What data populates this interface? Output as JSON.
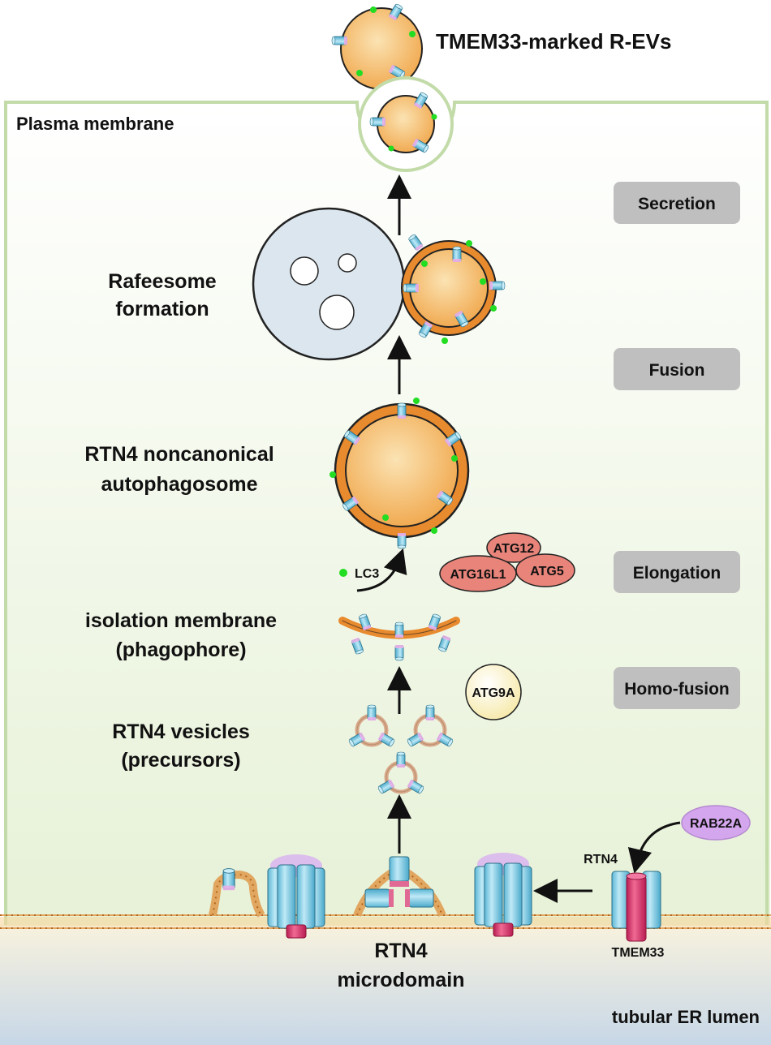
{
  "title": "TMEM33-marked R-EVs",
  "compartments": {
    "plasma_membrane": "Plasma membrane",
    "er_lumen": "tubular ER lumen"
  },
  "structures": {
    "rafeesome": [
      "Rafeesome",
      "formation"
    ],
    "autophagosome": [
      "RTN4 noncanonical",
      "autophagosome"
    ],
    "isolation_membrane": [
      "isolation membrane",
      "(phagophore)"
    ],
    "vesicles": [
      "RTN4 vesicles",
      "(precursors)"
    ],
    "microdomain": [
      "RTN4",
      "microdomain"
    ]
  },
  "stages": {
    "secretion": "Secretion",
    "fusion": "Fusion",
    "elongation": "Elongation",
    "homo_fusion": "Homo-fusion"
  },
  "proteins": {
    "lc3": "LC3",
    "atg12": "ATG12",
    "atg16l1": "ATG16L1",
    "atg5": "ATG5",
    "atg9a": "ATG9A",
    "rab22a": "RAB22A",
    "rtn4": "RTN4",
    "tmem33": "TMEM33"
  },
  "colors": {
    "cytosol_top": "#ffffff",
    "cytosol_bottom": "#e8f2d8",
    "plasma_membrane": "#c5dcb0",
    "vesicle_fill": "#f3b45c",
    "vesicle_rim": "#e88a2e",
    "lysosome": "#dce6ee",
    "stage_box": "#bdbdbd",
    "lc3": "#22dd22",
    "atg_complex": "#e8847a",
    "atg9a": "#fbf4c2",
    "rab22a": "#d4a6ee",
    "rtn4_cyl": "#8fd3ea",
    "tmem33_cyl": "#e0336d",
    "er_membrane": "#e9b873",
    "er_lumen_top": "#f7f1dc",
    "er_lumen_bottom": "#c8d8e8"
  }
}
